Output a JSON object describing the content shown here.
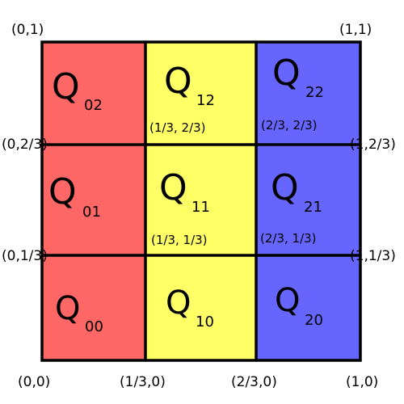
{
  "grid": {
    "colors": {
      "left": "#ff6666",
      "middle": "#ffff66",
      "right": "#6666ff",
      "line": "#000000"
    },
    "cells": [
      {
        "id": "q02",
        "letter": "Q",
        "sub": "02",
        "col": 0,
        "row": 2,
        "inner_coord": ""
      },
      {
        "id": "q12",
        "letter": "Q",
        "sub": "12",
        "col": 1,
        "row": 2,
        "inner_coord": "(1/3, 2/3)"
      },
      {
        "id": "q22",
        "letter": "Q",
        "sub": "22",
        "col": 2,
        "row": 2,
        "inner_coord": "(2/3, 2/3)"
      },
      {
        "id": "q01",
        "letter": "Q",
        "sub": "01",
        "col": 0,
        "row": 1,
        "inner_coord": ""
      },
      {
        "id": "q11",
        "letter": "Q",
        "sub": "11",
        "col": 1,
        "row": 1,
        "inner_coord": "(1/3, 1/3)"
      },
      {
        "id": "q21",
        "letter": "Q",
        "sub": "21",
        "col": 2,
        "row": 1,
        "inner_coord": "(2/3, 1/3)"
      },
      {
        "id": "q00",
        "letter": "Q",
        "sub": "00",
        "col": 0,
        "row": 0,
        "inner_coord": ""
      },
      {
        "id": "q10",
        "letter": "Q",
        "sub": "10",
        "col": 1,
        "row": 0,
        "inner_coord": ""
      },
      {
        "id": "q20",
        "letter": "Q",
        "sub": "20",
        "col": 2,
        "row": 0,
        "inner_coord": ""
      }
    ]
  },
  "corner_labels": {
    "top_left": "(0,1)",
    "top_right": "(1,1)",
    "bottom_left": "(0,0)",
    "bottom_right": "(1,0)"
  },
  "edge_labels": {
    "left_upper": "(0,2/3)",
    "left_lower": "(0,1/3)",
    "right_upper": "(1,2/3)",
    "right_lower": "(1,1/3)",
    "bottom_first": "(1/3,0)",
    "bottom_second": "(2/3,0)"
  }
}
